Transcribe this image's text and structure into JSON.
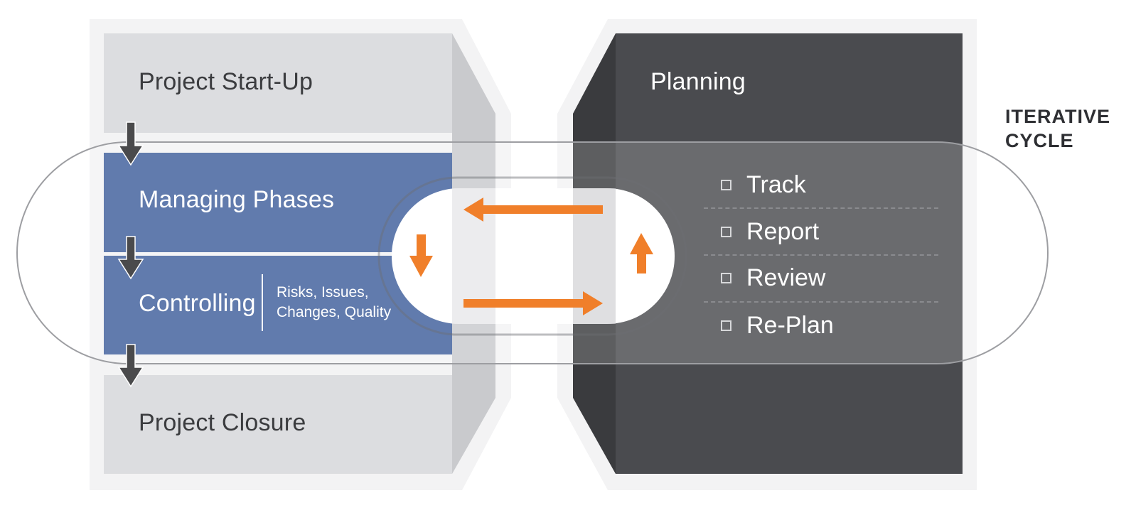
{
  "phases": {
    "start_up": "Project Start-Up",
    "managing": "Managing Phases",
    "controlling": "Controlling",
    "controlling_detail_line1": "Risks, Issues,",
    "controlling_detail_line2": "Changes, Quality",
    "closure": "Project Closure"
  },
  "planning": {
    "title": "Planning",
    "steps": [
      {
        "label": "Track"
      },
      {
        "label": "Report"
      },
      {
        "label": "Review"
      },
      {
        "label": "Re-Plan"
      }
    ]
  },
  "cycle": {
    "line1": "ITERATIVE",
    "line2": "CYCLE"
  },
  "colors": {
    "light_panel": "#dcdde0",
    "light_bevel": "#c9cacd",
    "blue_panel": "#3f5f9c",
    "dark_panel": "#4a4b4f",
    "dark_bevel": "#3a3b3e",
    "accent_orange": "#f07f2a",
    "flow_arrow": "#4a4a4c"
  }
}
